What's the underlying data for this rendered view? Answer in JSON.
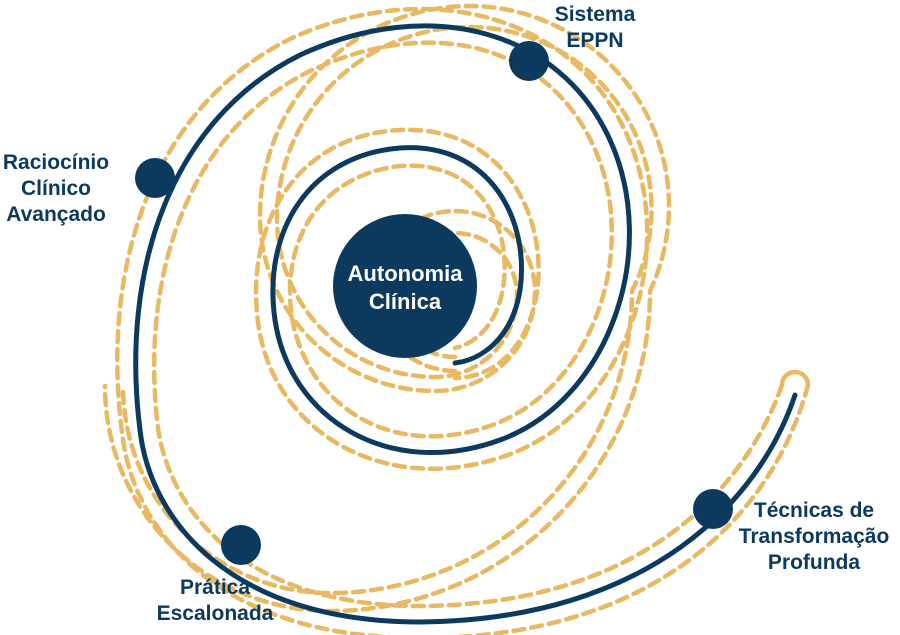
{
  "colors": {
    "navy": "#0b3a5e",
    "gold": "#e8b862",
    "background": "#ffffff"
  },
  "center": {
    "line1": "Autonomia",
    "line2": "Clínica"
  },
  "milestones": [
    {
      "id": "sistema-eppn",
      "lines": [
        "Sistema",
        "EPPN"
      ]
    },
    {
      "id": "raciocinio-clinico-avancado",
      "lines": [
        "Raciocínio",
        "Clínico",
        "Avançado"
      ]
    },
    {
      "id": "pratica-escalonada",
      "lines": [
        "Prática",
        "Escalonada"
      ]
    },
    {
      "id": "tecnicas-de-transformacao-profunda",
      "lines": [
        "Técnicas de",
        "Transformação",
        "Profunda"
      ]
    }
  ]
}
